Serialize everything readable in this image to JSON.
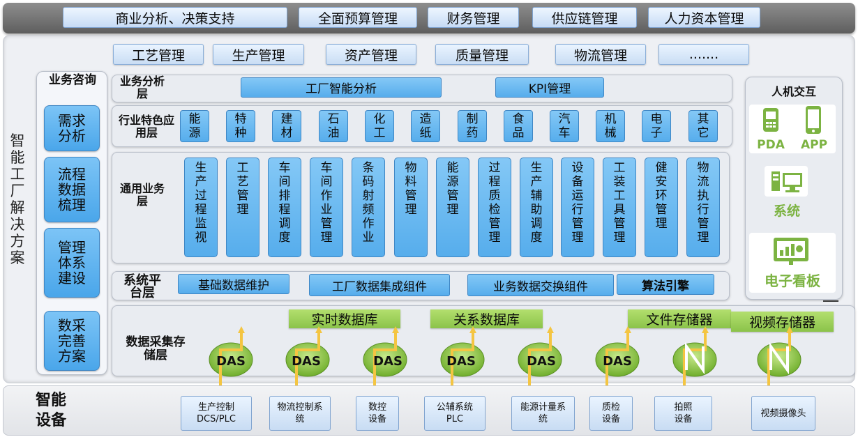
{
  "top_tabs": [
    "商业分析、决策支持",
    "全面预算管理",
    "财务管理",
    "供应链管理",
    "人力资本管理"
  ],
  "solution_title": "智能工厂解决方案",
  "section_buttons": [
    "工艺管理",
    "生产管理",
    "资产管理",
    "质量管理",
    "物流管理",
    "......."
  ],
  "consulting": {
    "title": "业务咨询",
    "items": [
      "需求分析",
      "流程数据梳理",
      "管理体系建设",
      "数采完善方案"
    ]
  },
  "layers": {
    "analysis": {
      "label": "业务分析层",
      "items": [
        "工厂智能分析",
        "KPI管理"
      ]
    },
    "industry": {
      "label": "行业特色应用层",
      "items": [
        "能源",
        "特种",
        "建材",
        "石油",
        "化工",
        "造纸",
        "制药",
        "食品",
        "汽车",
        "机械",
        "电子",
        "其它"
      ]
    },
    "general": {
      "label": "通用业务层",
      "items": [
        "生产过程监视",
        "工艺管理",
        "车间排程调度",
        "车间作业管理",
        "条码射频作业",
        "物料管理",
        "能源管理",
        "过程质检管理",
        "生产辅助调度",
        "设备运行管理",
        "工装工具管理",
        "健安环管理",
        "物流执行管理"
      ]
    },
    "platform": {
      "label": "系统平台层",
      "items": [
        "基础数据维护",
        "工厂数据集成组件",
        "业务数据交换组件",
        "算法引擎"
      ]
    },
    "collection": {
      "label": "数据采集存储层",
      "databases": [
        "实时数据库",
        "关系数据库",
        "文件存储器",
        "视频存储器"
      ],
      "das_label": "DAS"
    }
  },
  "hmi": {
    "title": "人机交互",
    "items": [
      "PDA",
      "APP",
      "系统",
      "电子看板"
    ]
  },
  "devices": {
    "title": "智能设备",
    "items": [
      "生产控制DCS/PLC",
      "物流控制系统",
      "数控设备",
      "公辅系统PLC",
      "能源计量系统",
      "质检设备",
      "拍照设备",
      "视频摄像头"
    ]
  },
  "colors": {
    "blue": "#56adec",
    "green": "#8bc34a",
    "gold": "#f4c542",
    "grey": "#6e6e6e"
  }
}
